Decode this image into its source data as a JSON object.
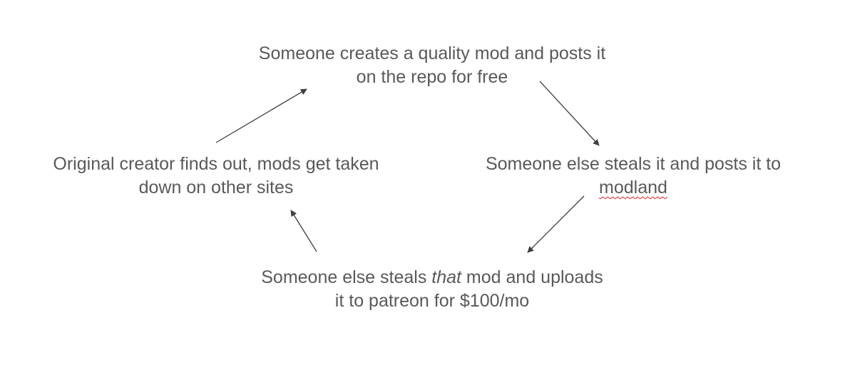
{
  "colors": {
    "text": "#595959",
    "arrow": "#3f3f3f",
    "spellcheck": "#e02020",
    "background": "#ffffff"
  },
  "nodes": {
    "top": {
      "line1": "Someone creates a quality mod and posts it",
      "line2": "on the repo for free"
    },
    "right": {
      "line1": "Someone else steals it and posts it to",
      "line2": "modland"
    },
    "bottom": {
      "line1_pre": "Someone else steals ",
      "line1_emph": "that",
      "line1_post": " mod and uploads",
      "line2": "it to patreon for $100/mo"
    },
    "left": {
      "line1": "Original creator finds out, mods get taken",
      "line2": "down on other sites"
    }
  }
}
